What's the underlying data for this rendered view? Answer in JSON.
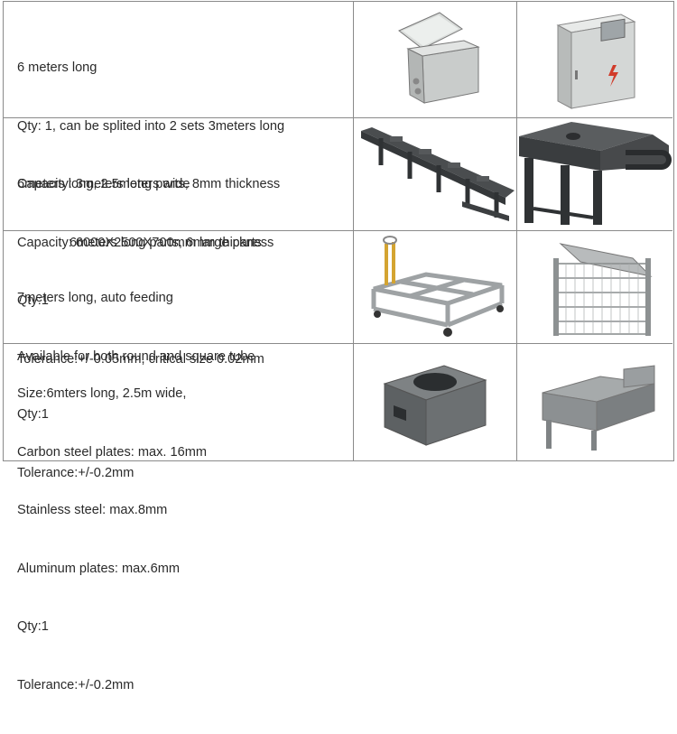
{
  "rows": [
    {
      "lines": [
        "6 meters long",
        "Qty: 1, can be splited into 2 sets 3meters long",
        "Capacity: 3meters long parts, 8mm thickness",
        "6meters long parts, 6mm thickness"
      ],
      "images": [
        "open-electrical-enclosure-icon",
        "closed-electrical-cabinet-icon"
      ]
    },
    {
      "lines": [
        "6meters long, 2.5meters wide",
        "Capacity: 6000X2500X700mm large parts",
        "Qty:1",
        "Tolerance:+/-0.05mm, critical size 0.02mm"
      ],
      "images": [
        "long-welded-steel-frame-icon",
        "steel-frame-closeup-icon"
      ]
    },
    {
      "lines": [
        "7meters long, auto feeding",
        "Available for both round and square tube",
        "Qty:1",
        "Tolerance:+/-0.2mm"
      ],
      "images": [
        "tube-trolley-cart-icon",
        "wire-basket-rack-icon"
      ]
    },
    {
      "lines": [
        "Size:6mters long, 2.5m wide,",
        "Carbon steel plates: max. 16mm",
        "Stainless steel: max.8mm",
        "Aluminum plates: max.6mm",
        "Qty:1",
        "Tolerance:+/-0.2mm"
      ],
      "images": [
        "bent-sheet-metal-box-icon",
        "sheet-metal-tray-icon"
      ]
    }
  ]
}
